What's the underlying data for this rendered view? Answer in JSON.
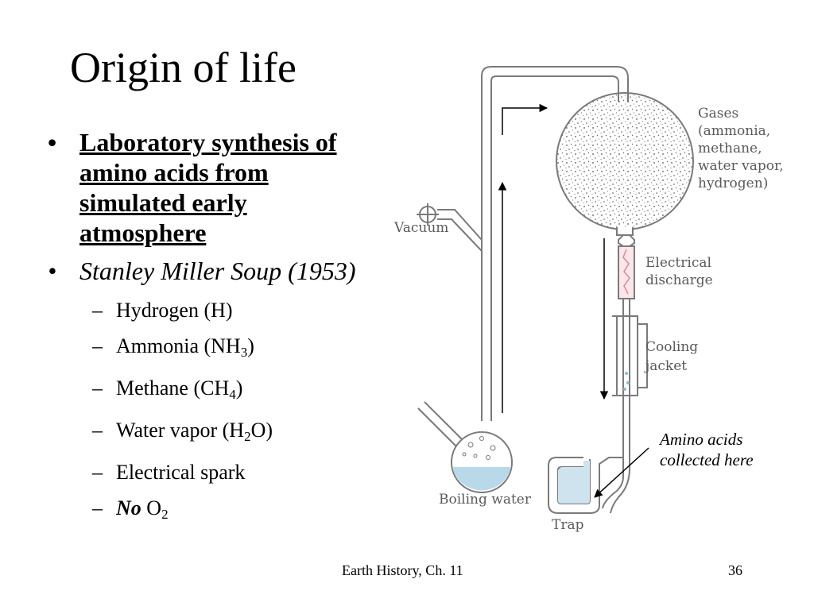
{
  "slide": {
    "title": "Origin of life",
    "bullets": [
      {
        "text": "Laboratory synthesis of amino acids from simulated early atmosphere"
      },
      {
        "text": "Stanley Miller Soup (1953)"
      }
    ],
    "subitems": [
      {
        "text": "Hydrogen (H)"
      },
      {
        "pre": "Ammonia (NH",
        "sub": "3",
        "post": ")"
      },
      {
        "pre": "Methane (CH",
        "sub": "4",
        "post": ")"
      },
      {
        "pre": "Water vapor (H",
        "sub": "2",
        "post": "O)"
      },
      {
        "text": "Electrical spark"
      },
      {
        "emph": "No",
        "pre": " O",
        "sub": "2"
      }
    ],
    "bullet_glyph": "•",
    "dash_glyph": "–",
    "footer_center": "Earth History, Ch. 11",
    "slide_number": "36"
  },
  "diagram": {
    "gases_label": [
      "Gases",
      "(ammonia,",
      "methane,",
      "water vapor,",
      "hydrogen)"
    ],
    "vacuum_label": "Vacuum",
    "discharge_label": [
      "Electrical",
      "discharge"
    ],
    "cooling_label": [
      "Cooling",
      "jacket"
    ],
    "boiling_label": "Boiling water",
    "trap_label": "Trap",
    "amino_label": [
      "Amino acids",
      "collected here"
    ]
  }
}
